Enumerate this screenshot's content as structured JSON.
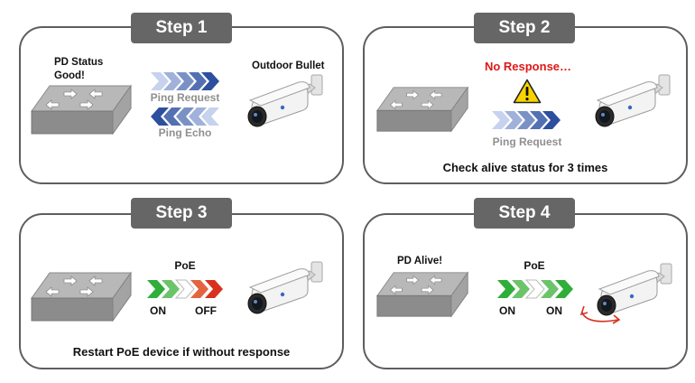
{
  "steps": [
    {
      "title": "Step 1",
      "pd_status": "PD Status",
      "pd_status_value": "Good!",
      "camera_label": "Outdoor Bullet",
      "ping_request": "Ping Request",
      "ping_echo": "Ping Echo"
    },
    {
      "title": "Step 2",
      "alert": "No Response…",
      "ping_request": "Ping Request",
      "caption": "Check alive status for 3 times"
    },
    {
      "title": "Step 3",
      "poe_label": "PoE",
      "on_label": "ON",
      "off_label": "OFF",
      "caption": "Restart PoE device if without response"
    },
    {
      "title": "Step 4",
      "pd_alive": "PD Alive!",
      "poe_label": "PoE",
      "on_label": "ON",
      "on_label_2": "ON"
    }
  ],
  "colors": {
    "panel_border": "#5e5e5e",
    "tab_bg": "#666666",
    "blue_dark": "#2d4f9e",
    "blue_light": "#c6d2ee",
    "green": "#2fae3a",
    "red": "#d8321f",
    "alert_red": "#e01717",
    "warning_yellow": "#f7d400"
  },
  "icons": [
    "network-switch-icon",
    "bullet-camera-icon",
    "warning-icon",
    "chevron-arrow-icon",
    "rotation-arrow-icon"
  ]
}
